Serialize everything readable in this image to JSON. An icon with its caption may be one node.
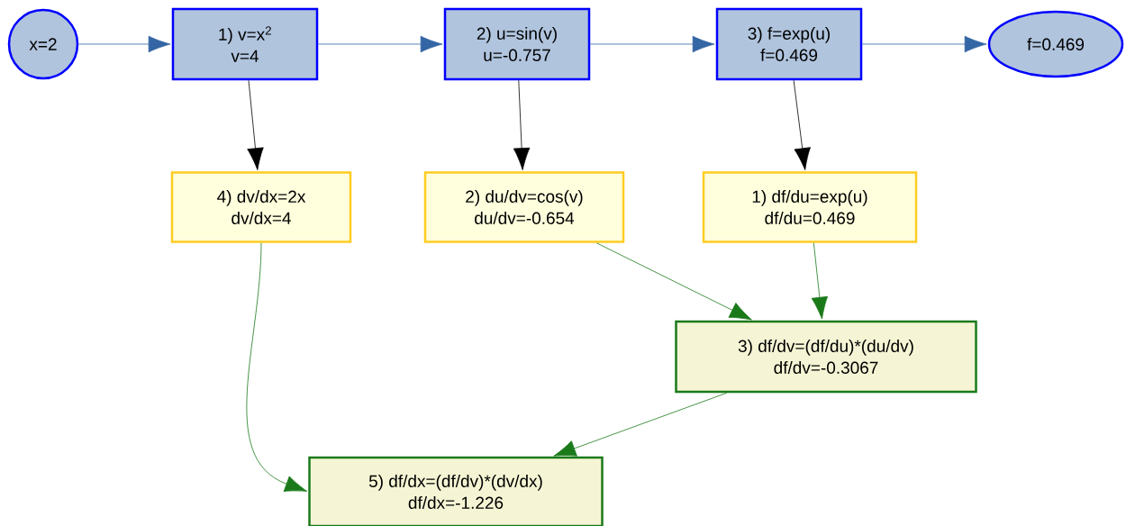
{
  "diagram": {
    "nodes": [
      {
        "text": [
          "x=2"
        ]
      },
      {
        "text": [
          "1) v=x$^{2}$",
          "v=4"
        ]
      },
      {
        "text": [
          "2) u=sin(v)",
          "u=-0.757"
        ]
      },
      {
        "text": [
          "3) f=exp(u)",
          "f=0.469"
        ]
      },
      {
        "text": [
          "f=0.469"
        ]
      },
      {
        "text": [
          "4) dv/dx=2x",
          "dv/dx=4"
        ]
      },
      {
        "text": [
          "2) du/dv=cos(v)",
          "du/dv=-0.654"
        ]
      },
      {
        "text": [
          "1) df/du=exp(u)",
          "df/du=0.469"
        ]
      },
      {
        "text": [
          "3) df/dv=(df/du)*(du/dv)",
          "df/dv=-0.3067"
        ]
      },
      {
        "text": [
          "5) df/dx=(df/dv)*(dv/dx)",
          "df/dx=-1.226"
        ]
      }
    ],
    "edges": [
      {
        "from": 0,
        "to": 1,
        "arrow": "to",
        "color": "#3465a4"
      },
      {
        "from": 1,
        "to": 2,
        "arrow": "to",
        "color": "#3465a4"
      },
      {
        "from": 2,
        "to": 3,
        "arrow": "to",
        "color": "#3465a4"
      },
      {
        "from": 3,
        "to": 4,
        "arrow": "to",
        "color": "#3465a4"
      },
      {
        "from": 1,
        "to": 5,
        "arrow": "to",
        "color": "#000000"
      },
      {
        "from": 2,
        "to": 6,
        "arrow": "to",
        "color": "#000000"
      },
      {
        "from": 3,
        "to": 7,
        "arrow": "to",
        "color": "#000000"
      },
      {
        "from": 6,
        "to": 8,
        "arrow": "to",
        "color": "#1a7a1a"
      },
      {
        "from": 7,
        "to": 8,
        "arrow": "to",
        "color": "#1a7a1a"
      },
      {
        "from": 5,
        "to": 9,
        "arrow": "to",
        "color": "#1a7a1a"
      },
      {
        "from": 8,
        "to": 9,
        "arrow": "to",
        "color": "#1a7a1a"
      }
    ]
  }
}
